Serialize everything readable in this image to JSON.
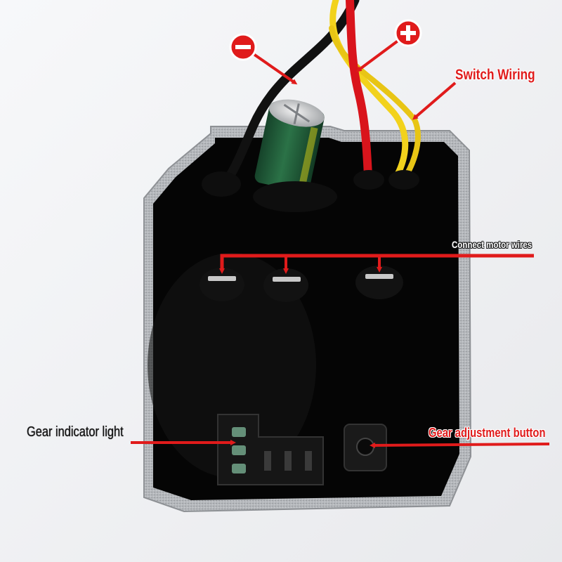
{
  "image": {
    "subject": "brushless motor controller board",
    "background_color": "#f2f3f5",
    "board_housing_color": "#b9bcc0",
    "board_potting_color": "#050505",
    "accent_color": "#e01b1b"
  },
  "callouts": {
    "negative": {
      "symbol": "−",
      "icon": "minus-circle-icon"
    },
    "positive": {
      "symbol": "+",
      "icon": "plus-circle-icon"
    },
    "switch_wiring": "Switch Wiring",
    "motor_wires": "Connect motor wires",
    "gear_indicator": "Gear indicator light",
    "gear_button": "Gear adjustment button"
  },
  "wires": {
    "black": "#111111",
    "red": "#d9141c",
    "yellow": "#f2d21c"
  },
  "capacitor": {
    "color": "#1f5a35"
  }
}
